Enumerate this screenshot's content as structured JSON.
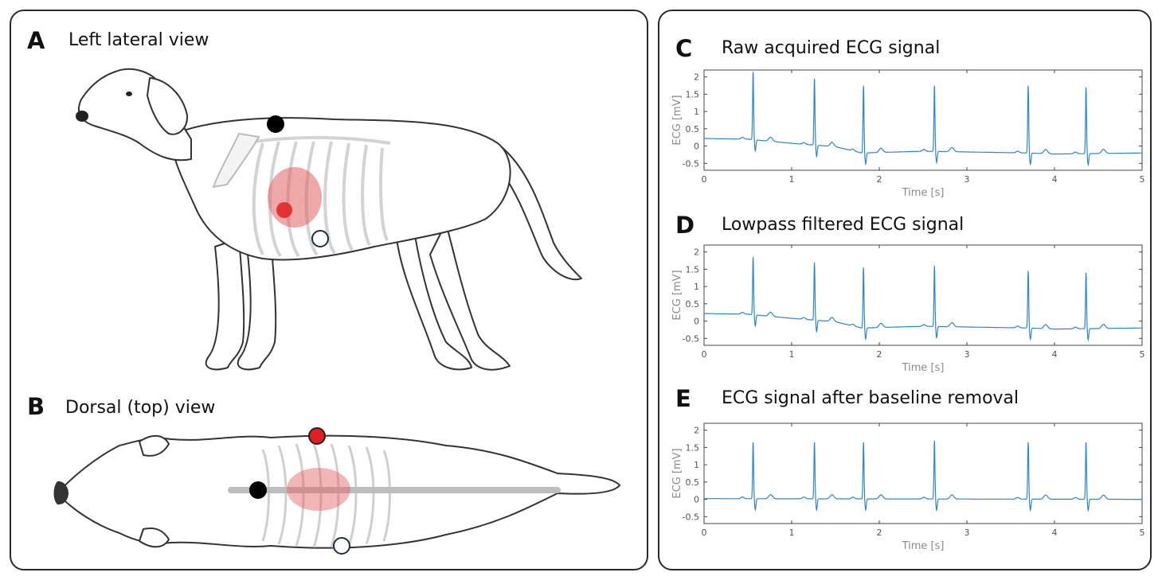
{
  "panels": {
    "A": {
      "letter": "A",
      "title": "Left lateral view"
    },
    "B": {
      "letter": "B",
      "title": "Dorsal (top) view"
    },
    "C": {
      "letter": "C",
      "title": "Raw acquired ECG signal"
    },
    "D": {
      "letter": "D",
      "title": "Lowpass filtered ECG signal"
    },
    "E": {
      "letter": "E",
      "title": "ECG signal after baseline removal"
    }
  },
  "electrodes": {
    "black": "#000000",
    "red": "#e02020",
    "white": "#ffffff",
    "outline": "#20303a"
  },
  "colors": {
    "signal": "#2f86c4",
    "heart": "#e06060",
    "bone": "#d8d8d8"
  },
  "chart_data": [
    {
      "type": "line",
      "title": "Raw acquired ECG signal",
      "xlabel": "Time [s]",
      "ylabel": "ECG [mV]",
      "xlim": [
        0,
        5
      ],
      "ylim": [
        -0.7,
        2.2
      ],
      "xticks": [
        "0",
        "1",
        "2",
        "3",
        "4",
        "5"
      ],
      "yticks": [
        "2",
        "1.5",
        "1",
        "0.5",
        "0",
        "-0.5"
      ],
      "ytick_values": [
        2,
        1.5,
        1,
        0.5,
        0,
        -0.5
      ],
      "xtick_values": [
        0,
        1,
        2,
        3,
        4,
        5
      ],
      "series": [
        {
          "beat_times": [
            0.56,
            1.26,
            1.82,
            2.63,
            3.7,
            4.36
          ],
          "r_peaks": [
            2.15,
            1.95,
            1.75,
            1.75,
            1.75,
            1.7
          ],
          "baseline": [
            [
              0,
              0.22
            ],
            [
              0.5,
              0.2
            ],
            [
              1.0,
              0.08
            ],
            [
              1.5,
              -0.02
            ],
            [
              1.8,
              -0.2
            ],
            [
              2.5,
              -0.15
            ],
            [
              3.0,
              -0.17
            ],
            [
              3.7,
              -0.2
            ],
            [
              4.0,
              -0.23
            ],
            [
              5.0,
              -0.2
            ]
          ]
        }
      ]
    },
    {
      "type": "line",
      "title": "Lowpass filtered ECG signal",
      "xlabel": "Time [s]",
      "ylabel": "ECG [mV]",
      "xlim": [
        0,
        5
      ],
      "ylim": [
        -0.7,
        2.2
      ],
      "xticks": [
        "0",
        "1",
        "2",
        "3",
        "4",
        "5"
      ],
      "yticks": [
        "2",
        "1.5",
        "1",
        "0.5",
        "0",
        "-0.5"
      ],
      "ytick_values": [
        2,
        1.5,
        1,
        0.5,
        0,
        -0.5
      ],
      "xtick_values": [
        0,
        1,
        2,
        3,
        4,
        5
      ],
      "series": [
        {
          "beat_times": [
            0.56,
            1.26,
            1.82,
            2.63,
            3.7,
            4.36
          ],
          "r_peaks": [
            1.85,
            1.7,
            1.55,
            1.6,
            1.45,
            1.4
          ],
          "baseline": [
            [
              0,
              0.22
            ],
            [
              0.5,
              0.2
            ],
            [
              1.0,
              0.08
            ],
            [
              1.5,
              -0.02
            ],
            [
              1.8,
              -0.2
            ],
            [
              2.5,
              -0.15
            ],
            [
              3.0,
              -0.17
            ],
            [
              3.7,
              -0.2
            ],
            [
              4.0,
              -0.23
            ],
            [
              5.0,
              -0.2
            ]
          ]
        }
      ]
    },
    {
      "type": "line",
      "title": "ECG signal after baseline removal",
      "xlabel": "Time [s]",
      "ylabel": "ECG [mV]",
      "xlim": [
        0,
        5
      ],
      "ylim": [
        -0.7,
        2.2
      ],
      "xticks": [
        "0",
        "1",
        "2",
        "3",
        "4",
        "5"
      ],
      "yticks": [
        "2",
        "1.5",
        "1",
        "0.5",
        "0",
        "-0.5"
      ],
      "ytick_values": [
        2,
        1.5,
        1,
        0.5,
        0,
        -0.5
      ],
      "xtick_values": [
        0,
        1,
        2,
        3,
        4,
        5
      ],
      "series": [
        {
          "beat_times": [
            0.56,
            1.26,
            1.82,
            2.63,
            3.7,
            4.36
          ],
          "r_peaks": [
            1.65,
            1.65,
            1.65,
            1.7,
            1.65,
            1.65
          ],
          "baseline": [
            [
              0,
              0.02
            ],
            [
              5.0,
              0.0
            ]
          ]
        }
      ]
    }
  ]
}
